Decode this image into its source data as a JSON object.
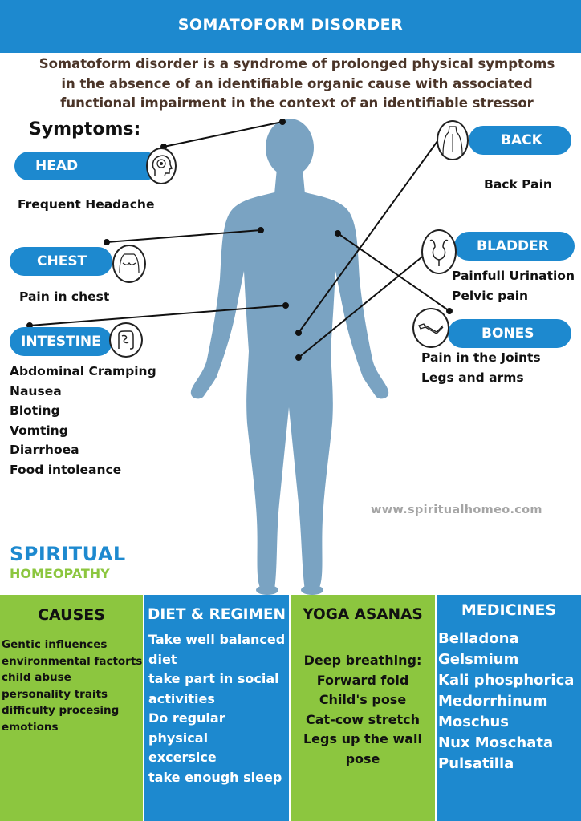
{
  "header": {
    "title": "SOMATOFORM DISORDER"
  },
  "intro": {
    "line1": "Somatoform disorder is a syndrome of prolonged physical symptoms",
    "line2": "in the absence of an identifiable organic cause with associated",
    "line3": "functional impairment in the context of an identifiable stressor"
  },
  "symptoms": {
    "title": "Symptoms:",
    "head": {
      "label": "HEAD",
      "icon": "head-brain-icon",
      "items": [
        "Frequent Headache"
      ]
    },
    "chest": {
      "label": "CHEST",
      "icon": "chest-icon",
      "items": [
        "Pain in chest"
      ]
    },
    "intestine": {
      "label": "INTESTINE",
      "icon": "intestine-icon",
      "items": [
        "Abdominal Cramping",
        "Nausea",
        "Bloting",
        "Vomting",
        "Diarrhoea",
        "Food intoleance"
      ]
    },
    "back": {
      "label": "BACK",
      "icon": "back-icon",
      "items": [
        "Back Pain"
      ]
    },
    "bladder": {
      "label": "BLADDER",
      "icon": "bladder-icon",
      "items": [
        "Painfull Urination",
        "Pelvic pain"
      ]
    },
    "bones": {
      "label": "BONES",
      "icon": "arm-bones-icon",
      "items": [
        "Pain in the Joints",
        "Legs and arms"
      ]
    }
  },
  "watermark": "www.spiritualhomeo.com",
  "brand": {
    "line1": "SPIRITUAL",
    "line2": "HOMEOPATHY"
  },
  "columns": {
    "causes": {
      "title": "CAUSES",
      "items": [
        "Gentic influences",
        "environmental factorts",
        "child abuse",
        "personality traits",
        "difficulty procesing",
        "emotions"
      ]
    },
    "diet": {
      "title": "DIET & REGIMEN",
      "items": [
        "Take well balanced",
        "diet",
        "take part in social",
        "activities",
        "Do regular physical",
        "excersice",
        "take enough sleep"
      ]
    },
    "yoga": {
      "title": "YOGA ASANAS",
      "items": [
        "Deep breathing:",
        "Forward fold",
        "Child's pose",
        "Cat-cow stretch",
        "Legs up the wall",
        "pose"
      ]
    },
    "medicines": {
      "title": "MEDICINES",
      "items": [
        "Belladona",
        "Gelsmium",
        "Kali phosphorica",
        "Medorrhinum",
        "Moschus",
        "Nux Moschata",
        "Pulsatilla"
      ]
    }
  },
  "colors": {
    "blue": "#1d89cf",
    "green": "#8cc63f",
    "body": "#7aa3c2",
    "intro_text": "#4a3428"
  }
}
